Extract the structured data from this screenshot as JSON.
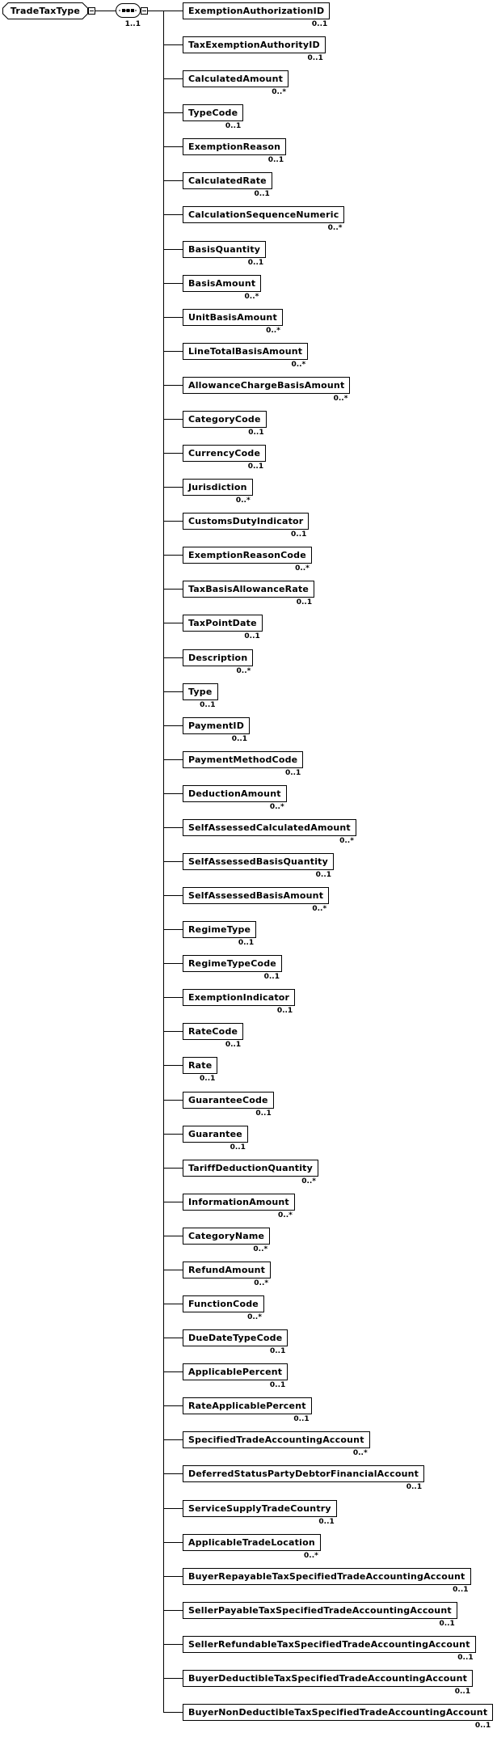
{
  "diagram": {
    "root": {
      "label": "TradeTaxType"
    },
    "compositor": {
      "type": "sequence",
      "icon": "sequence-icon",
      "cardinality": "1..1"
    },
    "elements": [
      {
        "name": "ExemptionAuthorizationID",
        "cardinality": "0..1"
      },
      {
        "name": "TaxExemptionAuthorityID",
        "cardinality": "0..1"
      },
      {
        "name": "CalculatedAmount",
        "cardinality": "0..*"
      },
      {
        "name": "TypeCode",
        "cardinality": "0..1"
      },
      {
        "name": "ExemptionReason",
        "cardinality": "0..1"
      },
      {
        "name": "CalculatedRate",
        "cardinality": "0..1"
      },
      {
        "name": "CalculationSequenceNumeric",
        "cardinality": "0..*"
      },
      {
        "name": "BasisQuantity",
        "cardinality": "0..1"
      },
      {
        "name": "BasisAmount",
        "cardinality": "0..*"
      },
      {
        "name": "UnitBasisAmount",
        "cardinality": "0..*"
      },
      {
        "name": "LineTotalBasisAmount",
        "cardinality": "0..*"
      },
      {
        "name": "AllowanceChargeBasisAmount",
        "cardinality": "0..*"
      },
      {
        "name": "CategoryCode",
        "cardinality": "0..1"
      },
      {
        "name": "CurrencyCode",
        "cardinality": "0..1"
      },
      {
        "name": "Jurisdiction",
        "cardinality": "0..*"
      },
      {
        "name": "CustomsDutyIndicator",
        "cardinality": "0..1"
      },
      {
        "name": "ExemptionReasonCode",
        "cardinality": "0..*"
      },
      {
        "name": "TaxBasisAllowanceRate",
        "cardinality": "0..1"
      },
      {
        "name": "TaxPointDate",
        "cardinality": "0..1"
      },
      {
        "name": "Description",
        "cardinality": "0..*"
      },
      {
        "name": "Type",
        "cardinality": "0..1"
      },
      {
        "name": "PaymentID",
        "cardinality": "0..1"
      },
      {
        "name": "PaymentMethodCode",
        "cardinality": "0..1"
      },
      {
        "name": "DeductionAmount",
        "cardinality": "0..*"
      },
      {
        "name": "SelfAssessedCalculatedAmount",
        "cardinality": "0..*"
      },
      {
        "name": "SelfAssessedBasisQuantity",
        "cardinality": "0..1"
      },
      {
        "name": "SelfAssessedBasisAmount",
        "cardinality": "0..*"
      },
      {
        "name": "RegimeType",
        "cardinality": "0..1"
      },
      {
        "name": "RegimeTypeCode",
        "cardinality": "0..1"
      },
      {
        "name": "ExemptionIndicator",
        "cardinality": "0..1"
      },
      {
        "name": "RateCode",
        "cardinality": "0..1"
      },
      {
        "name": "Rate",
        "cardinality": "0..1"
      },
      {
        "name": "GuaranteeCode",
        "cardinality": "0..1"
      },
      {
        "name": "Guarantee",
        "cardinality": "0..1"
      },
      {
        "name": "TariffDeductionQuantity",
        "cardinality": "0..*"
      },
      {
        "name": "InformationAmount",
        "cardinality": "0..*"
      },
      {
        "name": "CategoryName",
        "cardinality": "0..*"
      },
      {
        "name": "RefundAmount",
        "cardinality": "0..*"
      },
      {
        "name": "FunctionCode",
        "cardinality": "0..*"
      },
      {
        "name": "DueDateTypeCode",
        "cardinality": "0..1"
      },
      {
        "name": "ApplicablePercent",
        "cardinality": "0..1"
      },
      {
        "name": "RateApplicablePercent",
        "cardinality": "0..1"
      },
      {
        "name": "SpecifiedTradeAccountingAccount",
        "cardinality": "0..*"
      },
      {
        "name": "DeferredStatusPartyDebtorFinancialAccount",
        "cardinality": "0..1"
      },
      {
        "name": "ServiceSupplyTradeCountry",
        "cardinality": "0..1"
      },
      {
        "name": "ApplicableTradeLocation",
        "cardinality": "0..*"
      },
      {
        "name": "BuyerRepayableTaxSpecifiedTradeAccountingAccount",
        "cardinality": "0..1"
      },
      {
        "name": "SellerPayableTaxSpecifiedTradeAccountingAccount",
        "cardinality": "0..1"
      },
      {
        "name": "SellerRefundableTaxSpecifiedTradeAccountingAccount",
        "cardinality": "0..1"
      },
      {
        "name": "BuyerDeductibleTaxSpecifiedTradeAccountingAccount",
        "cardinality": "0..1"
      },
      {
        "name": "BuyerNonDeductibleTaxSpecifiedTradeAccountingAccount",
        "cardinality": "0..1"
      }
    ],
    "colors": {
      "line": "#000000",
      "box_border": "#000000",
      "text": "#000000",
      "background": "#ffffff"
    }
  }
}
